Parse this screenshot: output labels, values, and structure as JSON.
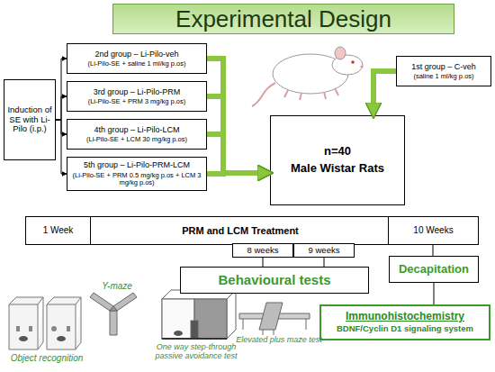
{
  "diagram": {
    "title": "Experimental Design",
    "nodes": [
      {
        "text": [
          "Induction of SE with Li-Pilo (i.p.)"
        ]
      },
      {
        "text": [
          "2nd group – Li-Pilo-veh",
          "(Li-Pilo-SE + saline 1 ml/kg p.os)"
        ]
      },
      {
        "text": [
          "3rd group – Li-Pilo-PRM",
          "(Li-Pilo-SE + PRM 3 mg/kg p.os)"
        ]
      },
      {
        "text": [
          "4th group – Li-Pilo-LCM",
          "(Li-Pilo-SE + LCM 30 mg/kg p.os)"
        ]
      },
      {
        "text": [
          "5th group – Li-Pilo-PRM-LCM",
          "(Li-Pilo-SE + PRM 0.5 mg/kg p.os + LCM 3 mg/kg p.os)"
        ]
      },
      {
        "text": [
          "1st group – C-veh",
          "(saline 1 ml/kg p.os)"
        ]
      },
      {
        "text": [
          "n=40",
          "Male Wistar Rats"
        ]
      },
      {
        "text": [
          "PRM and LCM Treatment"
        ]
      },
      {
        "text": [
          "1 Week"
        ],
        "in": 7
      },
      {
        "text": [
          "10 Weeks"
        ],
        "in": 7
      },
      {
        "text": [
          "8 weeks"
        ]
      },
      {
        "text": [
          "9 weeks"
        ]
      },
      {
        "text": [
          "Behavioural tests"
        ]
      },
      {
        "text": [
          "Decapitation"
        ]
      },
      {
        "text": [
          "Immunohistochemistry",
          "BDNF/Cyclin D1 signaling system"
        ]
      }
    ],
    "edges": [
      {
        "from": 0,
        "to": 1,
        "arrow": "to"
      },
      {
        "from": 0,
        "to": 2,
        "arrow": "to"
      },
      {
        "from": 0,
        "to": 3,
        "arrow": "to"
      },
      {
        "from": 0,
        "to": 4,
        "arrow": "to"
      },
      {
        "from": 1,
        "to": 6,
        "arrow": "to"
      },
      {
        "from": 2,
        "to": 6,
        "arrow": "to"
      },
      {
        "from": 3,
        "to": 6,
        "arrow": "to"
      },
      {
        "from": 4,
        "to": 6,
        "arrow": "to"
      },
      {
        "from": 5,
        "to": 6,
        "arrow": "to"
      },
      {
        "from": 10,
        "to": 12,
        "arrow": "none"
      },
      {
        "from": 11,
        "to": 12,
        "arrow": "none"
      },
      {
        "from": 9,
        "to": 13,
        "arrow": "none"
      },
      {
        "from": 13,
        "to": 14,
        "arrow": "none"
      }
    ],
    "labels": [
      "Object recognition",
      "Y-maze",
      "One way step-through passive avoidance test",
      "Elevated plus maze test"
    ]
  }
}
